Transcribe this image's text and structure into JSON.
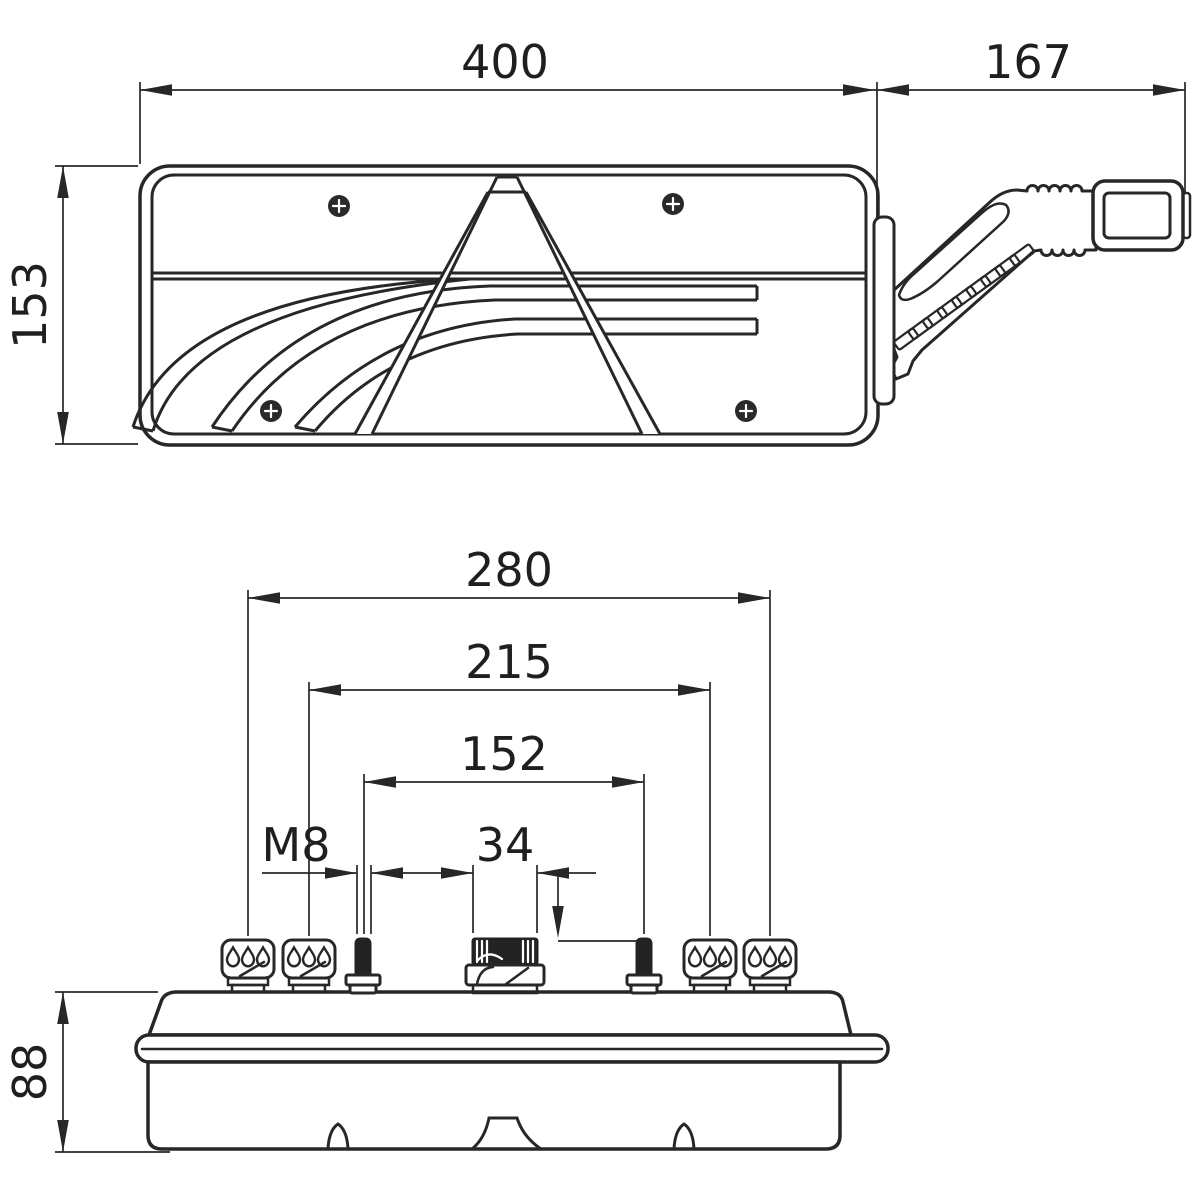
{
  "drawing": {
    "kind": "technical dimensional drawing",
    "subject": "trailer multifunction rear lamp with side marker arm, front view and bottom view"
  },
  "dims": {
    "body_width": {
      "label": "400"
    },
    "marker_arm": {
      "label": "167"
    },
    "body_height": {
      "label": "153"
    },
    "mount_span_outer": {
      "label": "280"
    },
    "mount_span_inner": {
      "label": "215"
    },
    "stud_spacing": {
      "label": "152"
    },
    "connector_width": {
      "label": "34"
    },
    "stud_thread": {
      "label": "M8"
    },
    "body_depth": {
      "label": "88"
    }
  },
  "style": {
    "line_color": "#272727",
    "background": "#ffffff",
    "fill_color": "#232323"
  }
}
